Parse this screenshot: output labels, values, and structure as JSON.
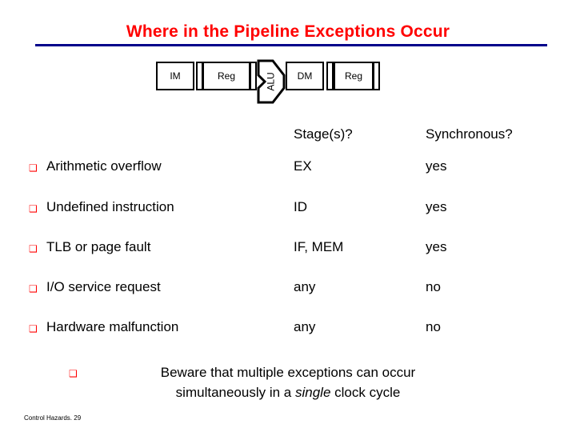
{
  "slide": {
    "title": "Where in the Pipeline Exceptions Occur",
    "footer": "Control Hazards. 29"
  },
  "pipeline": {
    "stages": [
      {
        "label": "IM"
      },
      {
        "label": "Reg"
      },
      {
        "label": "ALU"
      },
      {
        "label": "DM"
      },
      {
        "label": "Reg"
      }
    ]
  },
  "table": {
    "headers": {
      "stage": "Stage(s)?",
      "sync": "Synchronous?"
    },
    "bullet_glyph": "square-bullet",
    "rows": [
      {
        "name": "Arithmetic overflow",
        "stage": "EX",
        "sync": "yes"
      },
      {
        "name": "Undefined instruction",
        "stage": "ID",
        "sync": "yes"
      },
      {
        "name": "TLB or page fault",
        "stage": "IF, MEM",
        "sync": "yes"
      },
      {
        "name": "I/O service request",
        "stage": "any",
        "sync": "no"
      },
      {
        "name": "Hardware malfunction",
        "stage": "any",
        "sync": "no"
      }
    ]
  },
  "note": {
    "line1": "Beware that multiple exceptions can occur",
    "line2_before": "simultaneously in a ",
    "line2_italic": "single",
    "line2_after": " clock cycle"
  },
  "colors": {
    "title": "#ff0000",
    "rule": "#00008b",
    "bullet": "#ff0000",
    "text": "#000000"
  }
}
